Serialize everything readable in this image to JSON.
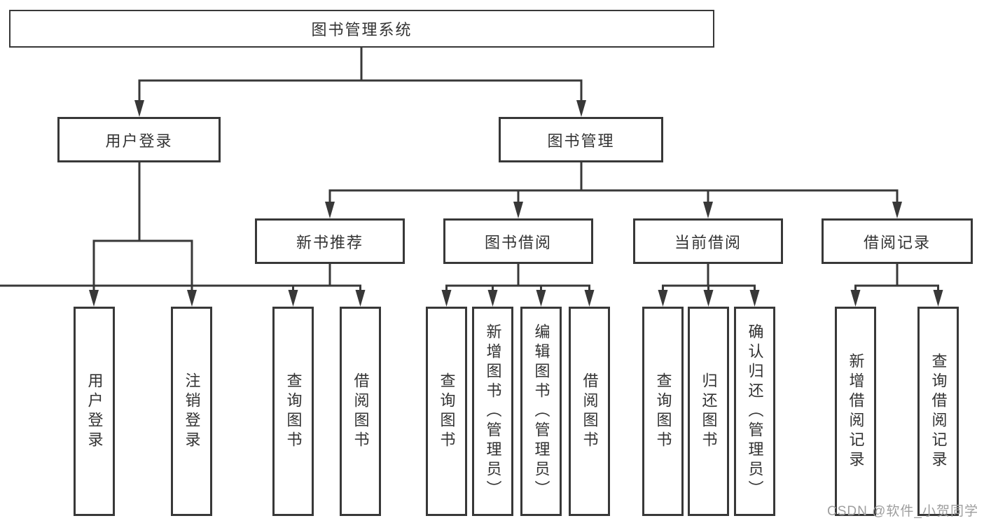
{
  "colors": {
    "line": "#383838",
    "text": "#333333",
    "box_bg": "#ffffff",
    "background": "#ffffff",
    "watermark": "#9e9e9e"
  },
  "watermark": {
    "text": "CSDN @软件_小贺同学"
  },
  "tree": {
    "root": {
      "label": "图书管理系统",
      "children": [
        {
          "label": "用户登录",
          "children": [
            {
              "label": "用户登录"
            },
            {
              "label": "注销登录"
            }
          ]
        },
        {
          "label": "图书管理",
          "children": [
            {
              "label": "新书推荐",
              "children": [
                {
                  "label": "查询图书"
                },
                {
                  "label": "借阅图书"
                }
              ]
            },
            {
              "label": "图书借阅",
              "children": [
                {
                  "label": "查询图书"
                },
                {
                  "label": "新增图书（管理员）"
                },
                {
                  "label": "编辑图书（管理员）"
                },
                {
                  "label": "借阅图书"
                }
              ]
            },
            {
              "label": "当前借阅",
              "children": [
                {
                  "label": "查询图书"
                },
                {
                  "label": "归还图书"
                },
                {
                  "label": "确认归还（管理员）"
                }
              ]
            },
            {
              "label": "借阅记录",
              "children": [
                {
                  "label": "新增借阅记录"
                },
                {
                  "label": "查询借阅记录"
                }
              ]
            }
          ]
        }
      ]
    }
  }
}
